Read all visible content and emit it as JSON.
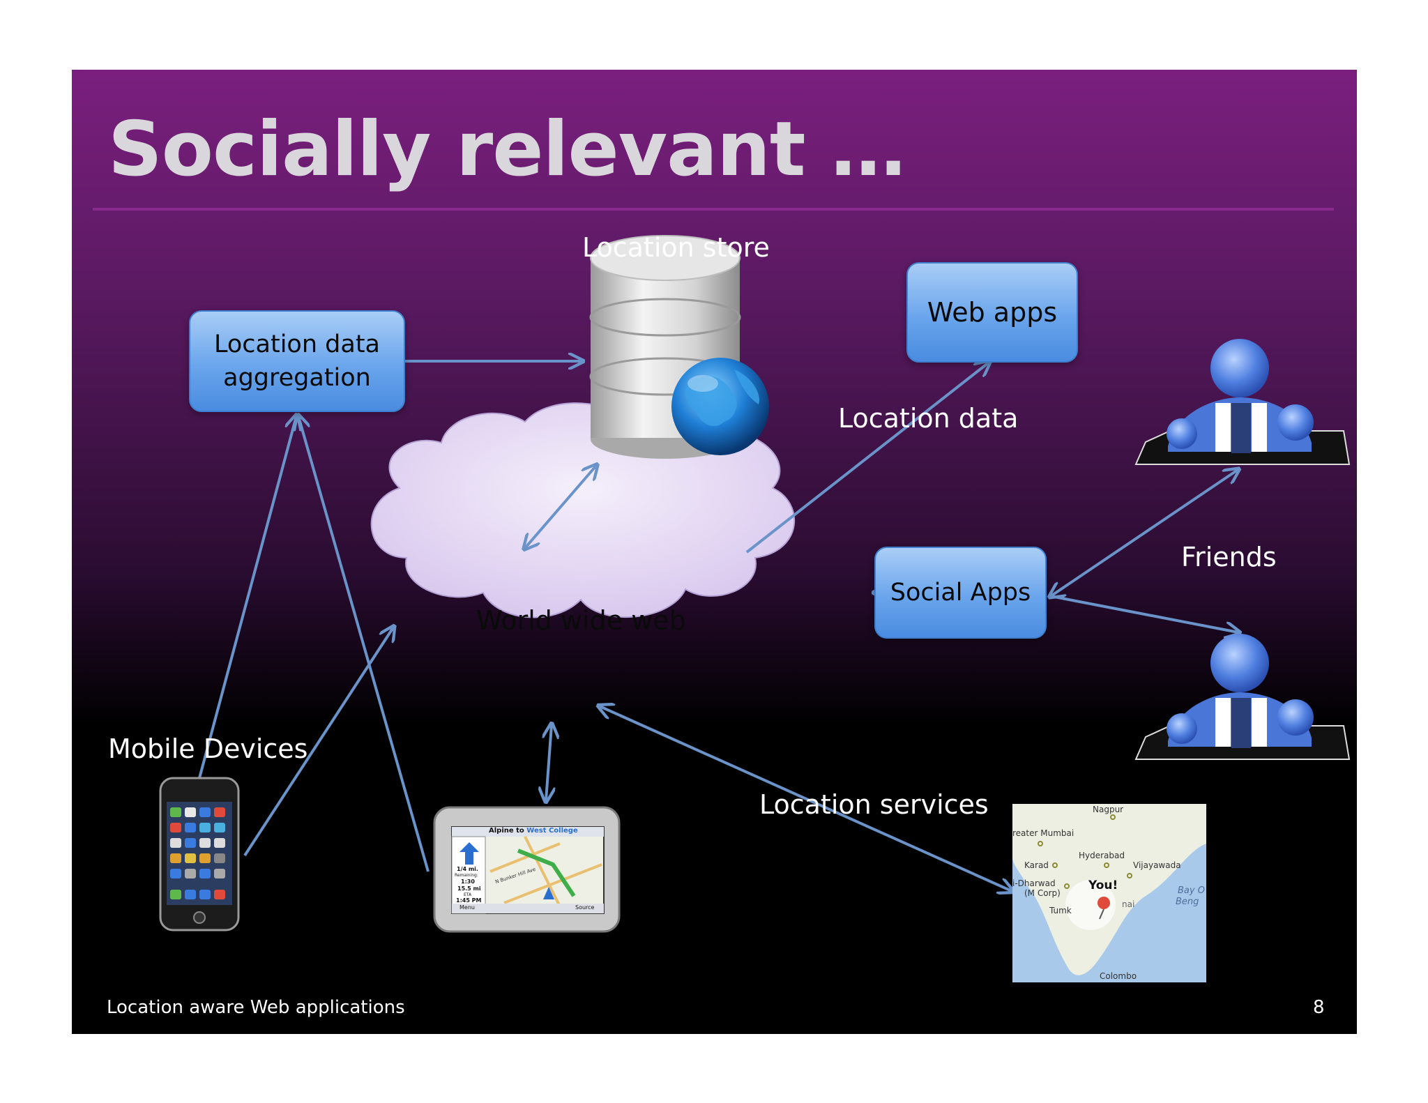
{
  "slide": {
    "title": "Socially relevant …",
    "footer_left": "Location aware Web applications",
    "page_number": "8"
  },
  "nodes": {
    "aggregation_line1": "Location data",
    "aggregation_line2": "aggregation",
    "store_label": "Location store",
    "web_apps": "Web apps",
    "social_apps": "Social Apps",
    "www": "World wide web",
    "mobile_devices": "Mobile Devices",
    "friends": "Friends"
  },
  "edge_labels": {
    "location_data": "Location data",
    "location_services": "Location services"
  },
  "map": {
    "cities": [
      "Nagpur",
      "reater Mumbai",
      "Hyderabad",
      "Vijayawada",
      "Karad",
      "i-Dharwad",
      "(M Corp)",
      "Tumk",
      "nai",
      "Colombo"
    ],
    "sea": [
      "Bay O",
      "Beng"
    ],
    "marker": "You!"
  },
  "gps": {
    "route_title": "Alpine to",
    "route_dest": "West College",
    "distance": "1/4 mi.",
    "remaining_label": "Remaining:",
    "remaining_time": "1:30",
    "remaining_dist": "15.5 mi",
    "eta_label": "ETA",
    "eta_time": "1:45 PM",
    "street": "N Bunker Hill Ave",
    "menu": "Menu",
    "source": "Source"
  },
  "colors": {
    "arrow": "#6a93c9",
    "box_fill": "#6aa5ec",
    "cloud_fill": "#e7dcf3",
    "title_text": "#d9d6dc"
  }
}
